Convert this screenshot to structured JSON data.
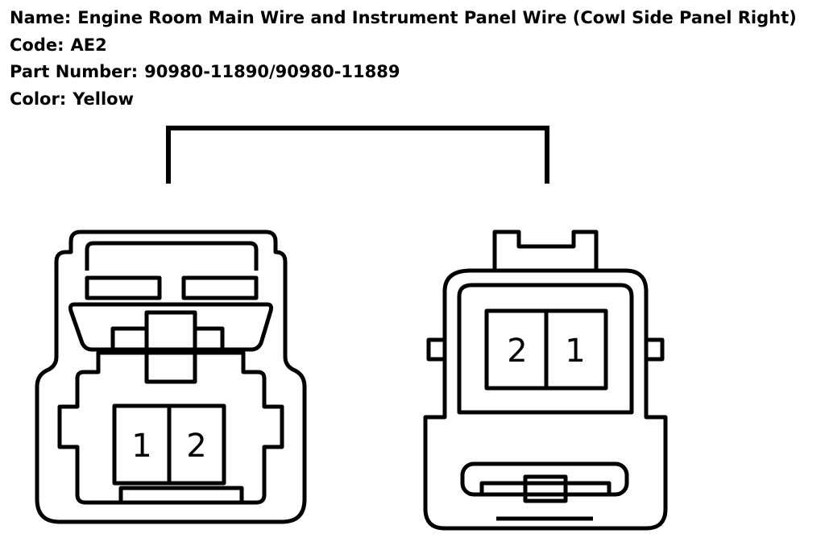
{
  "info": {
    "name_label": "Name:",
    "name_value": "Engine Room Main Wire and Instrument Panel Wire (Cowl Side Panel Right)",
    "code_label": "Code:",
    "code_value": "AE2",
    "part_label": "Part Number:",
    "part_value": "90980-11890/90980-11889",
    "color_label": "Color:",
    "color_value": "Yellow"
  },
  "left_connector": {
    "pins": [
      "1",
      "2"
    ]
  },
  "right_connector": {
    "pins": [
      "2",
      "1"
    ]
  }
}
